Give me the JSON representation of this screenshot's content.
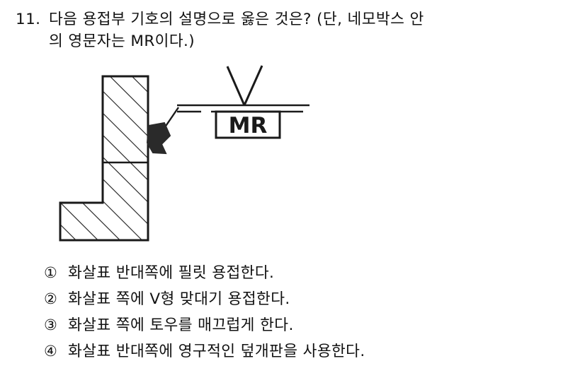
{
  "question": {
    "number": "11.",
    "lines": [
      "다음 용접부 기호의 설명으로 옳은 것은? (단, 네모박스 안",
      "의 영문자는 MR이다.)"
    ]
  },
  "figure": {
    "name": "welding-symbol-diagram",
    "symbol_box_text": "MR",
    "parts": {
      "workpiece": "hatched L-section member",
      "arrow": "leader-arrow-pointing-to-joint",
      "reference_line": "solid-reference-line",
      "identification_line": "dashed-identification-line",
      "groove_symbol": "V-groove-symbol-above-reference-line",
      "backing_symbol": "rectangular-backing-symbol-below-reference-line"
    },
    "colors": {
      "line": "#1a1a1a",
      "fill": "#ffffff",
      "hatch": "#1a1a1a"
    }
  },
  "choices": [
    {
      "marker": "①",
      "text": "화살표 반대쪽에 필릿 용접한다."
    },
    {
      "marker": "②",
      "text": "화살표 쪽에 V형 맞대기 용접한다."
    },
    {
      "marker": "③",
      "text": "화살표 쪽에 토우를 매끄럽게 한다."
    },
    {
      "marker": "④",
      "text": "화살표 반대쪽에 영구적인 덮개판을 사용한다."
    }
  ]
}
